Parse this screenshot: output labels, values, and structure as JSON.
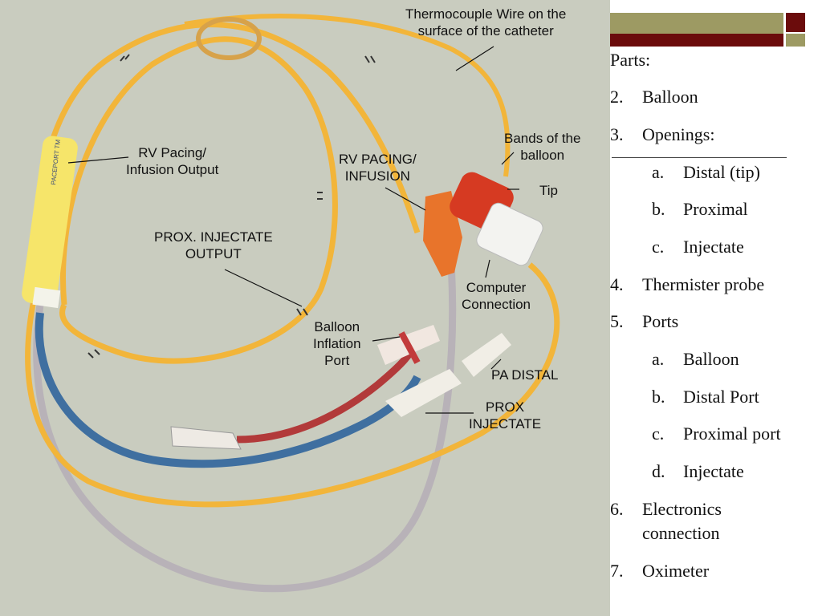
{
  "photo_labels": {
    "thermocouple": [
      "Thermocouple Wire on the",
      "surface of the catheter"
    ],
    "bands": [
      "Bands of the",
      "balloon"
    ],
    "tip": "Tip",
    "rv_pacing_output": [
      "RV Pacing/",
      "Infusion Output"
    ],
    "rv_pacing_infusion": [
      "RV PACING/",
      "INFUSION"
    ],
    "prox_injectate_output": [
      "PROX. INJECTATE",
      "OUTPUT"
    ],
    "computer_connection": [
      "Computer",
      "Connection"
    ],
    "balloon_inflation_port": [
      "Balloon",
      "Inflation",
      "Port"
    ],
    "pa_distal": "PA DISTAL",
    "prox_injectate": [
      "PROX",
      "INJECTATE"
    ],
    "port_label_text": "PACEPORT TM"
  },
  "outline": {
    "heading": "Parts:",
    "items": [
      {
        "num": "2.",
        "text": "Balloon"
      },
      {
        "num": "3.",
        "text": "Openings:"
      },
      {
        "num": "a.",
        "text": "Distal (tip)",
        "sub": true
      },
      {
        "num": "b.",
        "text": "Proximal",
        "sub": true
      },
      {
        "num": "c.",
        "text": "Injectate",
        "sub": true
      },
      {
        "num": "4.",
        "text": "Thermister probe"
      },
      {
        "num": "5.",
        "text": "Ports"
      },
      {
        "num": "a.",
        "text": "Balloon",
        "sub": true
      },
      {
        "num": "b.",
        "text": "Distal Port",
        "sub": true
      },
      {
        "num": "c.",
        "text": "Proximal port",
        "sub": true
      },
      {
        "num": "d.",
        "text": "Injectate",
        "sub": true
      },
      {
        "num": "6.",
        "text": "Electronics",
        "text2": "connection"
      },
      {
        "num": "7.",
        "text": "Oximeter"
      }
    ]
  },
  "colors": {
    "catheter_yellow": "#f2b53a",
    "blue_line": "#3f6fa0",
    "red_line": "#b23a3a",
    "accent_olive": "#9d9a63",
    "accent_maroon": "#6b0c0c"
  }
}
